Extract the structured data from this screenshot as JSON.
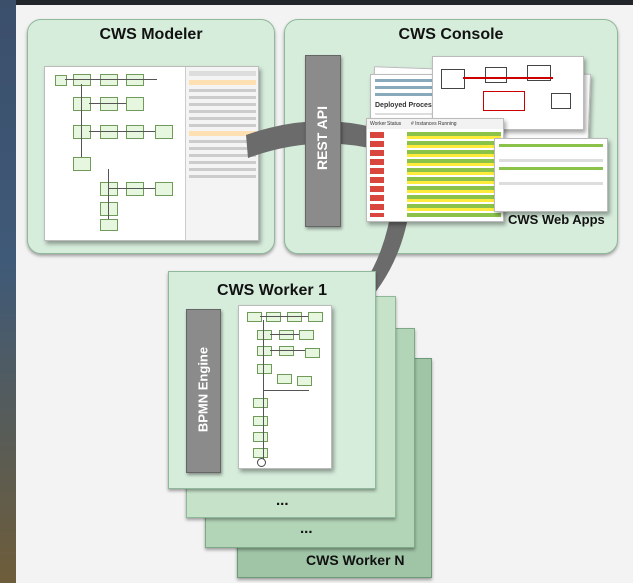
{
  "modeler": {
    "title": "CWS Modeler"
  },
  "console": {
    "title": "CWS Console",
    "web_apps": "CWS Web Apps",
    "deployed_processes": "Deployed Processes"
  },
  "rest_api": "REST API",
  "worker1": {
    "title": "CWS Worker 1",
    "engine": "BPMN Engine"
  },
  "ellipsis": [
    "...",
    "..."
  ],
  "workerN": {
    "title": "CWS Worker N"
  },
  "table": {
    "worker_col": "Worker",
    "status_col": "Status",
    "installed_col": "# Instances Running"
  },
  "colors": {
    "panel_fill": "#d7eddc",
    "panel_border": "#8fb99a",
    "arrow": "#6b6b6b",
    "api_bar": "#8b8b8b"
  }
}
